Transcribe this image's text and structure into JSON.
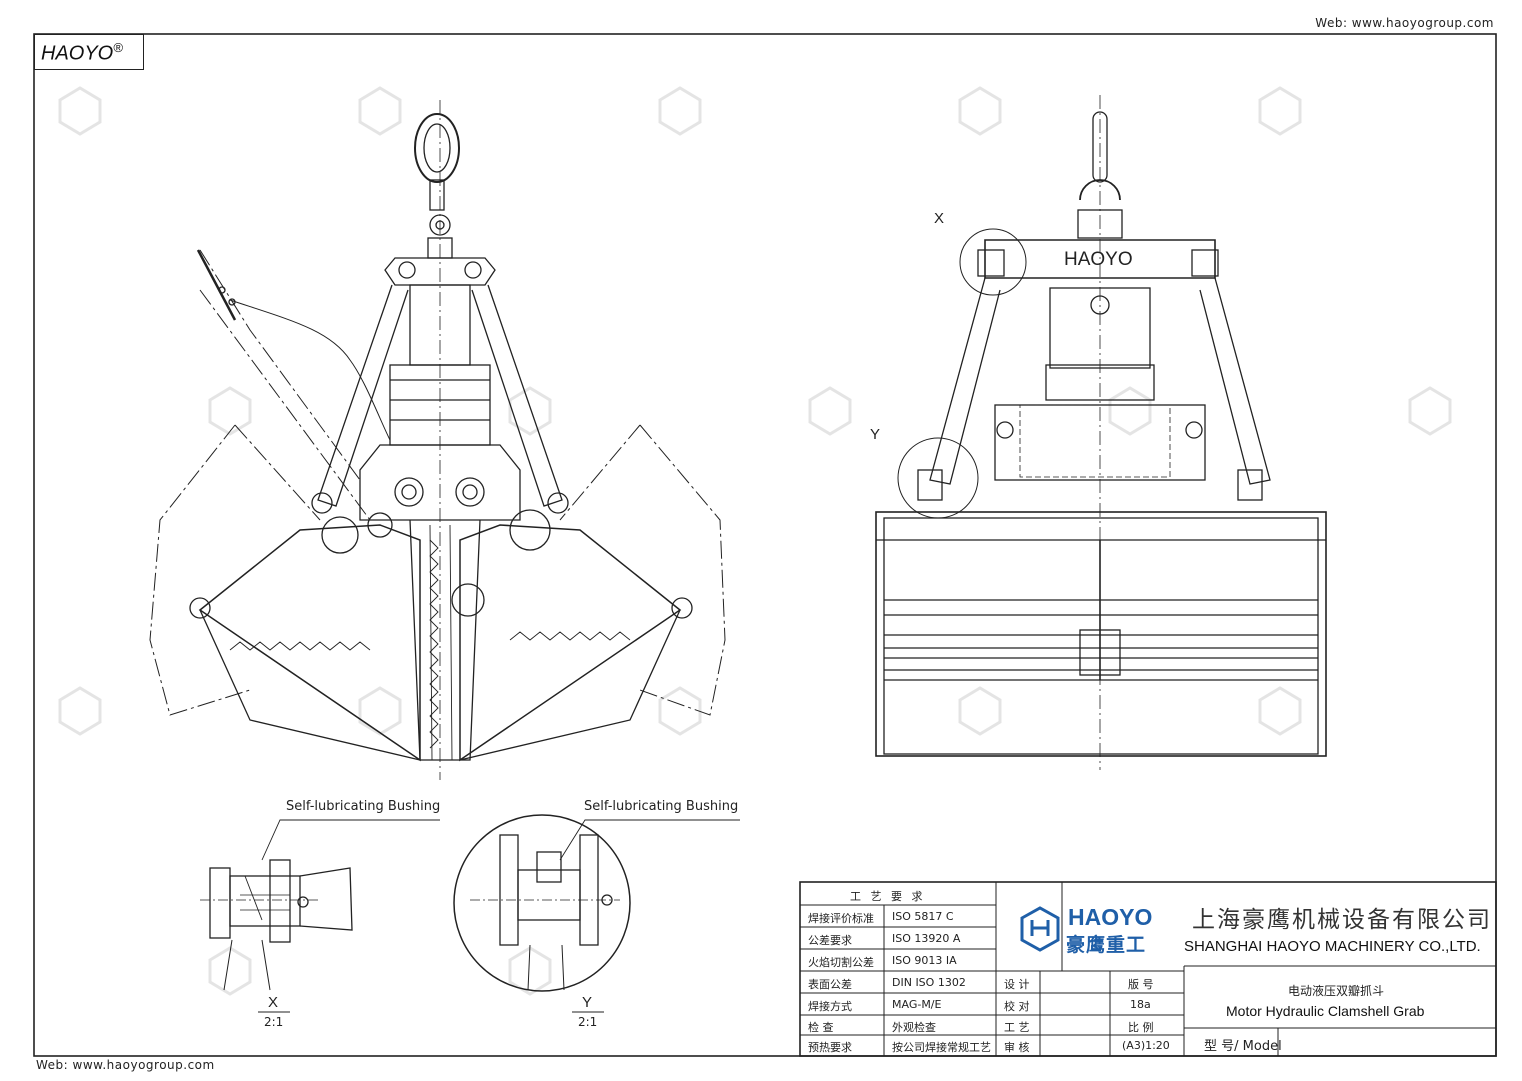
{
  "header": {
    "web": "Web: www.haoyogroup.com",
    "logo": "HAOYO",
    "logo_mark": "®"
  },
  "footer": {
    "web": "Web: www.haoyogroup.com"
  },
  "drawing": {
    "crossbeam_text": "HAOYO",
    "view_x": "X",
    "view_y": "Y",
    "bushing_label_left": "Self-lubricating Bushing",
    "bushing_label_right": "Self-lubricating Bushing",
    "detail_x_letter": "X",
    "detail_x_scale": "2:1",
    "detail_y_letter": "Y",
    "detail_y_scale": "2:1"
  },
  "title_block": {
    "process_header": "工 艺 要 求",
    "rows": [
      {
        "label": "焊接评价标准",
        "value": "ISO 5817 C"
      },
      {
        "label": "公差要求",
        "value": "ISO 13920 A"
      },
      {
        "label": "火焰切割公差",
        "value": "ISO 9013 IA"
      },
      {
        "label": "表面公差",
        "value": "DIN ISO 1302"
      },
      {
        "label": "焊接方式",
        "value": "MAG-M/E"
      },
      {
        "label": "检  查",
        "value": "外观检查"
      },
      {
        "label": "预热要求",
        "value": "按公司焊接常规工艺"
      }
    ],
    "sign_rows": [
      {
        "label": "设 计",
        "field": "版 号",
        "value": ""
      },
      {
        "label": "校 对",
        "field": "",
        "value": "18a"
      },
      {
        "label": "工 艺",
        "field": "比 例",
        "value": ""
      },
      {
        "label": "审 核",
        "field": "",
        "value": "(A3)1:20"
      }
    ],
    "brand_en": "HAOYO",
    "brand_cn": "豪鹰重工",
    "company_cn": "上海豪鹰机械设备有限公司",
    "company_en": "SHANGHAI HAOYO MACHINERY CO.,LTD.",
    "product_cn": "电动液压双瓣抓斗",
    "product_en": "Motor Hydraulic Clamshell Grab",
    "model_label": "型 号/ Model",
    "model_value": ""
  },
  "colors": {
    "line": "#222222",
    "watermark": "#d8d8d8",
    "brand_blue": "#1f5fa8"
  }
}
